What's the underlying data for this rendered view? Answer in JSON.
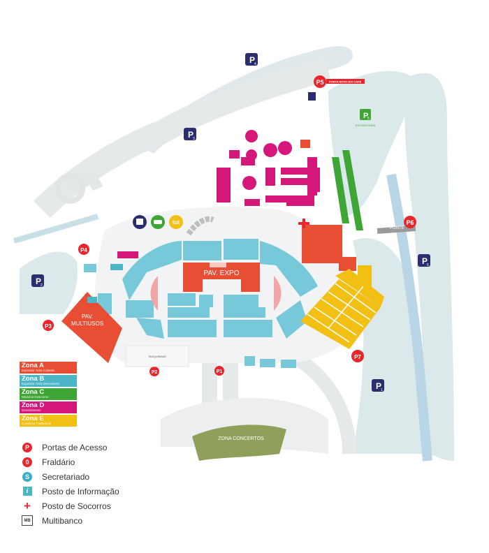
{
  "map_labels": {
    "pav_expo": "PAV. EXPO",
    "pav_multiusos_1": "PAV.",
    "pav_multiusos_2": "MULTIUSOS",
    "zona_concertos": "ZONA CONCERTOS",
    "ponte": "PONTE",
    "porta_novo_dia_cafe": "PORTA NOVO DIA CAFÉ",
    "expositores": "EXPOSITORES",
    "tasquinhas": "TASQUINHAS",
    "tut": "tut"
  },
  "parking": {
    "p1": "P",
    "p1_num": "1",
    "p2": "P",
    "p2_num": "2",
    "p3": "P",
    "p3_num": "3",
    "p4": "P",
    "p4_num": "4",
    "p5": "P",
    "p5_num": "5",
    "p6": "P",
    "p6_num": "6"
  },
  "gates": {
    "p1": "P1",
    "p2": "P2",
    "p3": "P3",
    "p4": "P4",
    "p5": "P5",
    "p6": "P6",
    "p7": "P7"
  },
  "zones": [
    {
      "name": "Zona A",
      "sub": "Expositor Área Coberta",
      "color": "#e84e34"
    },
    {
      "name": "Zona B",
      "sub": "Expositor Área Descoberta",
      "color": "#4cb6c9"
    },
    {
      "name": "Zona C",
      "sub": "Módulos Exteriores",
      "color": "#3fa535"
    },
    {
      "name": "Zona D",
      "sub": "Divertimentos",
      "color": "#d6177a"
    },
    {
      "name": "Zona E",
      "sub": "Comércio Tradicional",
      "color": "#f2c014"
    }
  ],
  "legend": [
    {
      "label": "Portas de Acesso",
      "icon": "access-gate-icon",
      "glyph": "P"
    },
    {
      "label": "Fraldário",
      "icon": "baby-changing-icon",
      "glyph": "0"
    },
    {
      "label": "Secretariado",
      "icon": "secretariat-icon",
      "glyph": "S"
    },
    {
      "label": "Posto de Informação",
      "icon": "info-icon",
      "glyph": "i"
    },
    {
      "label": "Posto de Socorros",
      "icon": "first-aid-icon",
      "glyph": "+"
    },
    {
      "label": "Multibanco",
      "icon": "atm-icon",
      "glyph": "MB"
    }
  ],
  "colors": {
    "zone_a": "#e84e34",
    "zone_b": "#4cb6c9",
    "zone_c": "#3fa535",
    "zone_d": "#d6177a",
    "zone_e": "#f2c014",
    "parking": "#2b2d6e",
    "gate": "#e8262b",
    "road": "#e8eaeb",
    "green_area": "#dce9eb",
    "concert": "#8fa05a"
  }
}
